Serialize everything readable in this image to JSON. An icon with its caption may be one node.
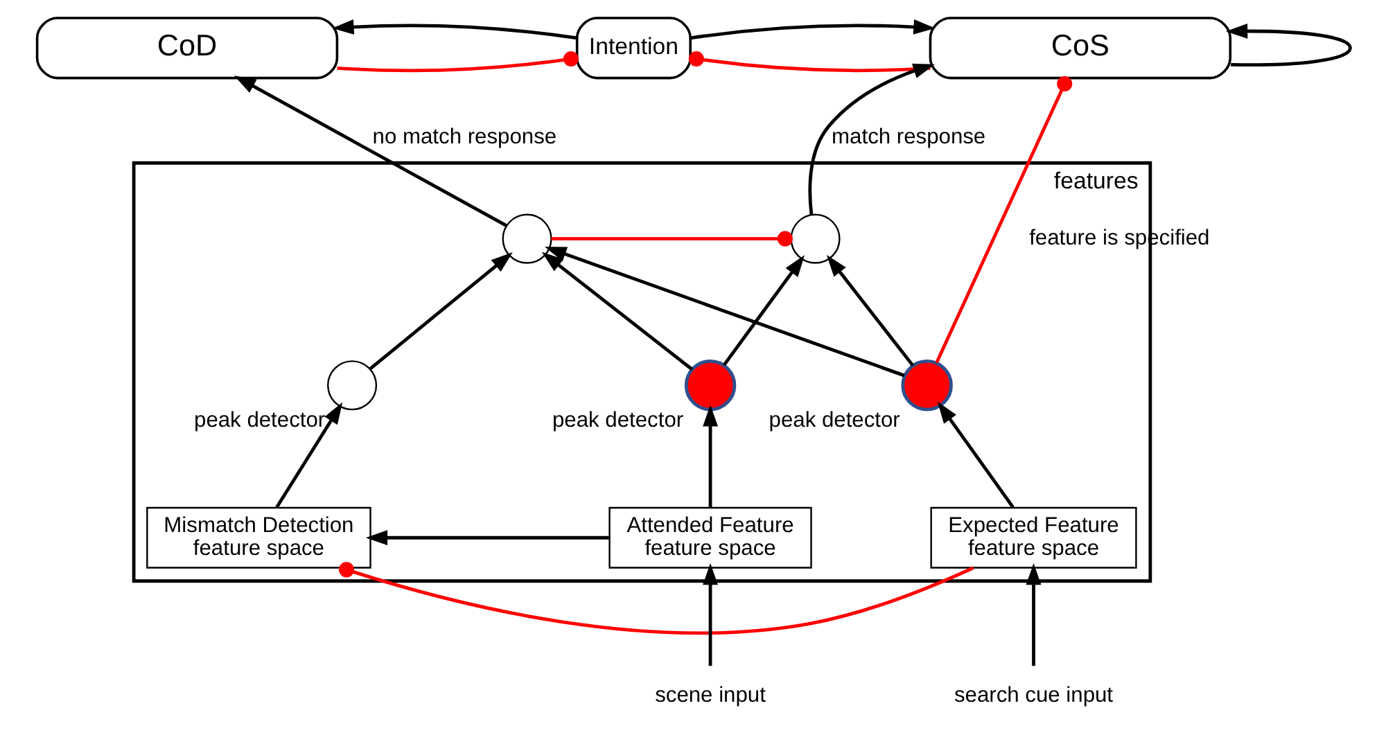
{
  "diagram": {
    "nodes": [
      {
        "text": [
          "CoD"
        ]
      },
      {
        "text": [
          "Intention"
        ]
      },
      {
        "text": [
          "CoS"
        ]
      },
      {
        "text": [
          "features"
        ]
      },
      {
        "text": [],
        "shape": "circle",
        "in": 3
      },
      {
        "text": [],
        "shape": "circle",
        "in": 3
      },
      {
        "text": [],
        "shape": "circle",
        "in": 3,
        "beside": [
          "peak detector"
        ]
      },
      {
        "text": [],
        "shape": "circle",
        "in": 3,
        "beside": [
          "peak detector"
        ]
      },
      {
        "text": [],
        "shape": "circle",
        "in": 3,
        "beside": [
          "peak detector"
        ]
      },
      {
        "text": [
          "Attended Feature",
          "feature space"
        ],
        "in": 3
      },
      {
        "text": [
          "Mismatch Detection",
          "feature space"
        ],
        "in": 3
      },
      {
        "text": [
          "Expected Feature",
          "feature space"
        ],
        "in": 3
      },
      {
        "text": [
          "scene input"
        ]
      },
      {
        "text": [
          "search cue input"
        ]
      }
    ],
    "edges": [
      {
        "from": 1,
        "to": 0,
        "arrow": "to"
      },
      {
        "from": 0,
        "to": 1,
        "arrow": "other",
        "color": "#ff0000"
      },
      {
        "from": 1,
        "to": 2,
        "arrow": "to"
      },
      {
        "from": 2,
        "to": 1,
        "arrow": "other",
        "color": "#ff0000"
      },
      {
        "from": 2,
        "to": 2,
        "arrow": "to"
      },
      {
        "from": 4,
        "to": 0,
        "arrow": "to",
        "label": "no match response"
      },
      {
        "from": 5,
        "to": 2,
        "arrow": "to",
        "label": "match response"
      },
      {
        "from": 8,
        "to": 2,
        "arrow": "other",
        "label": "feature is specified",
        "color": "#ff0000"
      },
      {
        "from": 4,
        "to": 5,
        "arrow": "other",
        "color": "#ff0000"
      },
      {
        "from": 6,
        "to": 4,
        "arrow": "to"
      },
      {
        "from": 6,
        "to": 5,
        "arrow": "to"
      },
      {
        "from": 7,
        "to": 4,
        "arrow": "to"
      },
      {
        "from": 8,
        "to": 4,
        "arrow": "to"
      },
      {
        "from": 8,
        "to": 5,
        "arrow": "to"
      },
      {
        "from": 9,
        "to": 6,
        "arrow": "to"
      },
      {
        "from": 10,
        "to": 7,
        "arrow": "to"
      },
      {
        "from": 11,
        "to": 8,
        "arrow": "to"
      },
      {
        "from": 9,
        "to": 10,
        "arrow": "to"
      },
      {
        "from": 11,
        "to": 10,
        "arrow": "other",
        "color": "#ff0000"
      },
      {
        "from": 12,
        "to": 9,
        "arrow": "to"
      },
      {
        "from": 13,
        "to": 11,
        "arrow": "to"
      }
    ]
  }
}
